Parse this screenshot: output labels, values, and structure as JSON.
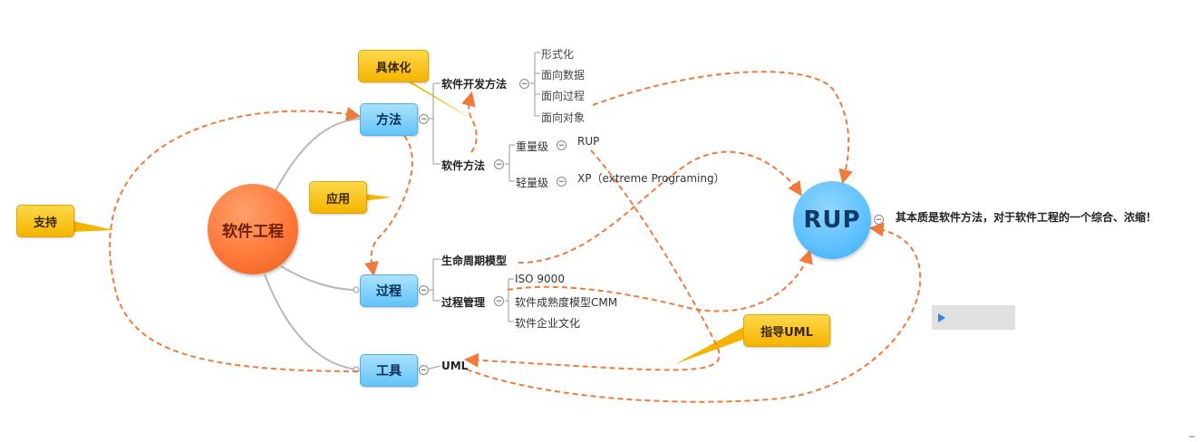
{
  "central_topic": "软件工程",
  "rup_node": "RUP",
  "rup_summary": "其本质是软件方法，对于软件工程的一个综合、浓缩！",
  "topics": {
    "method": "方法",
    "process": "过程",
    "tool": "工具"
  },
  "callouts": {
    "support": "支持",
    "concretize": "具体化",
    "apply": "应用",
    "guide_uml": "指导UML"
  },
  "method_branch": {
    "dev_method": "软件开发方法",
    "dev_leaves": [
      "形式化",
      "面向数据",
      "面向过程",
      "面向对象"
    ],
    "software_method": "软件方法",
    "heavy": "重量级",
    "heavy_leaf": "RUP",
    "light": "轻量级",
    "light_leaf": "XP（extreme Programing）"
  },
  "process_branch": {
    "lifecycle": "生命周期模型",
    "management": "过程管理",
    "management_leaves": [
      "ISO 9000",
      "软件成熟度模型CMM",
      "软件企业文化"
    ]
  },
  "tool_branch": {
    "uml": "UML"
  },
  "collapse_symbol": "−",
  "colors": {
    "root": "#ff7a3a",
    "topic": "#63c3f7",
    "callout": "#f4b400",
    "relationship": "#f07a3c",
    "connector": "#b8b8b8"
  },
  "icons": {
    "play": "play-icon"
  }
}
